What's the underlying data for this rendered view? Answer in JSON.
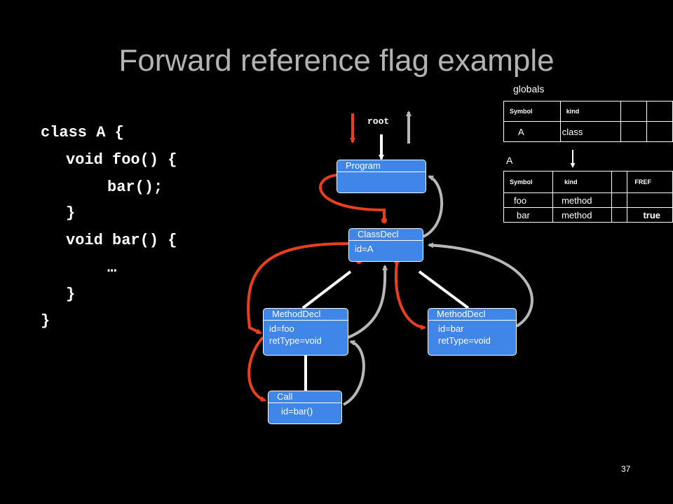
{
  "title": "Forward reference flag example",
  "code": [
    "class A {",
    "void foo() {",
    "bar();",
    "}",
    "void bar() {",
    "…",
    "}",
    "}"
  ],
  "root_label": "root",
  "nodes": {
    "program": {
      "head": "Program",
      "body": []
    },
    "classdecl": {
      "head": "ClassDecl",
      "body": [
        "id=A"
      ]
    },
    "methoddecl_foo": {
      "head": "MethodDecl",
      "body": [
        "id=foo",
        "retType=void"
      ]
    },
    "methoddecl_bar": {
      "head": "MethodDecl",
      "body": [
        "id=bar",
        "retType=void"
      ]
    },
    "call": {
      "head": "Call",
      "body": [
        "id=bar()"
      ]
    }
  },
  "globals_table": {
    "label": "globals",
    "headers": [
      "Symbol",
      "kind",
      "",
      ""
    ],
    "rows": [
      [
        "A",
        "class",
        "",
        ""
      ]
    ]
  },
  "a_table": {
    "label": "A",
    "headers": [
      "Symbol",
      "kind",
      "",
      "FREF"
    ],
    "rows": [
      [
        "foo",
        "method",
        "",
        ""
      ],
      [
        "bar",
        "method",
        "",
        "true"
      ]
    ]
  },
  "page_number": "37",
  "colors": {
    "node_fill": "#3f86e8",
    "red_edge": "#e8401c",
    "gray_edge": "#b8b8b8",
    "white_edge": "#ffffff"
  }
}
